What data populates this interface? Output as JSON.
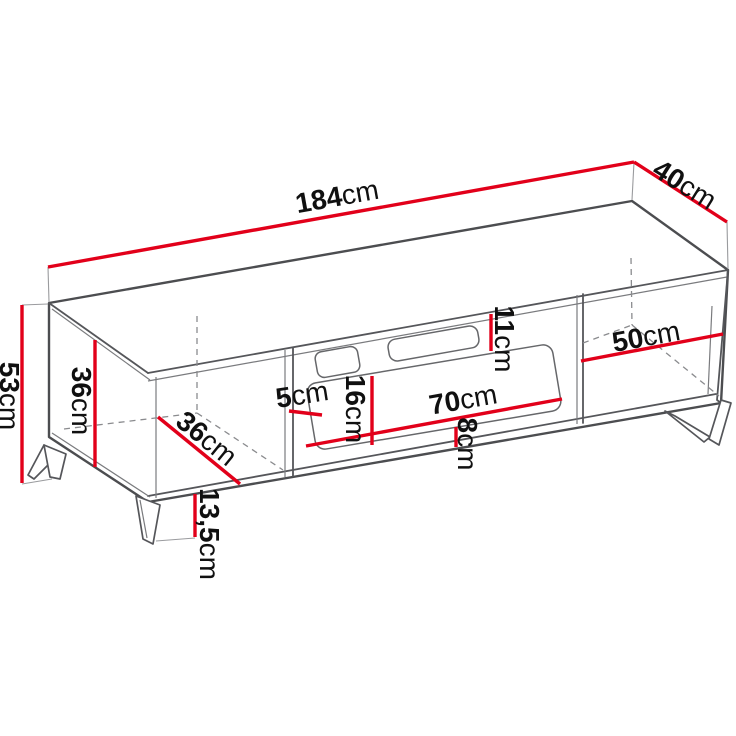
{
  "diagram": {
    "subject": "tv-stand-dimension-drawing",
    "unit": "cm",
    "colors": {
      "dimension_line": "#e2001a",
      "outline": "#55565a",
      "label_text": "#101010"
    },
    "dimensions": {
      "overall_width": {
        "value": "184",
        "unit": "cm"
      },
      "overall_depth": {
        "value": "40",
        "unit": "cm"
      },
      "overall_height": {
        "value": "53",
        "unit": "cm"
      },
      "niche_inner_height": {
        "value": "36",
        "unit": "cm"
      },
      "niche_inner_depth": {
        "value": "36",
        "unit": "cm"
      },
      "leg_height": {
        "value": "13,5",
        "unit": "cm"
      },
      "front_side_margin": {
        "value": "5",
        "unit": "cm"
      },
      "front_panel_height": {
        "value": "16",
        "unit": "cm"
      },
      "front_panel_width": {
        "value": "70",
        "unit": "cm"
      },
      "front_bottom_margin": {
        "value": "8",
        "unit": "cm"
      },
      "front_top_margin": {
        "value": "11",
        "unit": "cm"
      },
      "right_niche_width": {
        "value": "50",
        "unit": "cm"
      }
    }
  }
}
